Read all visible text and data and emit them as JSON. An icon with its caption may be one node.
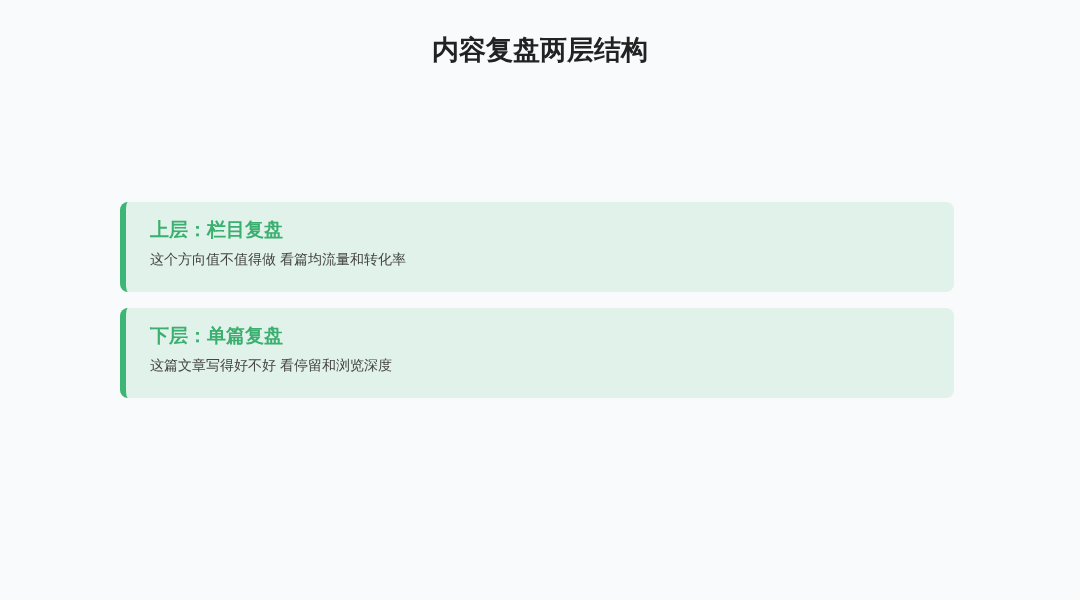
{
  "diagram": {
    "title": "内容复盘两层结构",
    "nodes": [
      {
        "text": [
          "上层：栏目复盘",
          "这个方向值不值得做 看篇均流量和转化率"
        ]
      },
      {
        "text": [
          "下层：单篇复盘",
          "这篇文章写得好不好 看停留和浏览深度"
        ]
      }
    ],
    "edges": []
  }
}
